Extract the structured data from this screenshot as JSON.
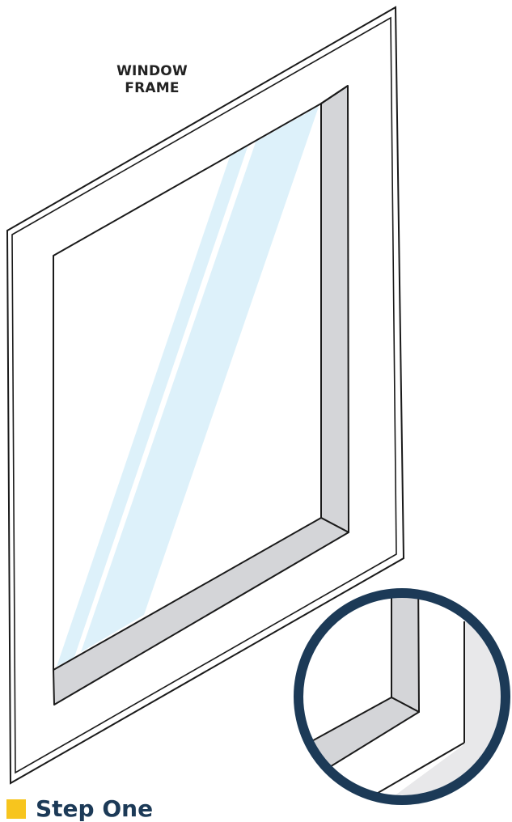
{
  "diagram": {
    "label": {
      "line1": "WINDOW",
      "line2": "FRAME"
    },
    "colors": {
      "outline": "#1a1a1a",
      "glass": "#ddf1fa",
      "recess": "#d4d5d8",
      "magnifier_ring": "#1c3a57",
      "magnifier_wall": "#e8e8ea",
      "step_marker": "#f7c51e",
      "step_text": "#1c3a57"
    }
  },
  "step": {
    "title": "Step One"
  }
}
